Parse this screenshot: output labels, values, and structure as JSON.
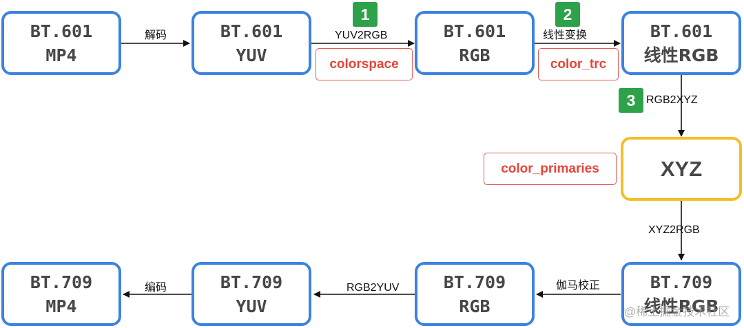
{
  "nodes": {
    "bt601_mp4": {
      "line1": "BT.601",
      "line2": "MP4"
    },
    "bt601_yuv": {
      "line1": "BT.601",
      "line2": "YUV"
    },
    "bt601_rgb": {
      "line1": "BT.601",
      "line2": "RGB"
    },
    "bt601_linear_rgb": {
      "line1": "BT.601",
      "line2": "线性RGB"
    },
    "xyz": {
      "line1": "XYZ"
    },
    "bt709_linear_rgb": {
      "line1": "BT.709",
      "line2": "线性RGB"
    },
    "bt709_rgb": {
      "line1": "BT.709",
      "line2": "RGB"
    },
    "bt709_yuv": {
      "line1": "BT.709",
      "line2": "YUV"
    },
    "bt709_mp4": {
      "line1": "BT.709",
      "line2": "MP4"
    }
  },
  "edges": {
    "decode": "解码",
    "yuv2rgb": "YUV2RGB",
    "linearize": "线性变换",
    "rgb2xyz": "RGB2XYZ",
    "xyz2rgb": "XYZ2RGB",
    "gamma": "伽马校正",
    "rgb2yuv": "RGB2YUV",
    "encode": "编码"
  },
  "params": {
    "colorspace": "colorspace",
    "color_trc": "color_trc",
    "color_primaries": "color_primaries"
  },
  "badges": {
    "b1": "1",
    "b2": "2",
    "b3": "3"
  },
  "watermark": "@稀土掘金技术社区",
  "colors": {
    "node_border": "#3c83e0",
    "xyz_border": "#f5bd28",
    "param_border": "#e25a52",
    "param_text": "#e8443b",
    "badge_fill": "#2ea24a",
    "node_text": "#474747",
    "arrow": "#111111"
  }
}
